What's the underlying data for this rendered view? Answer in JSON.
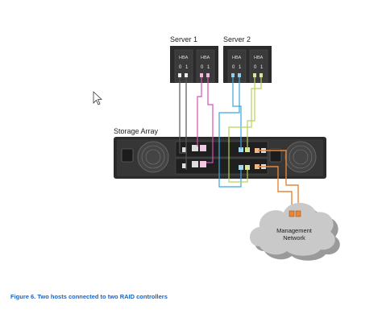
{
  "server1": {
    "label": "Server 1",
    "hbas": [
      "HBA",
      "HBA"
    ],
    "ports": [
      "0",
      "1",
      "0",
      "1"
    ]
  },
  "server2": {
    "label": "Server 2",
    "hbas": [
      "HBA",
      "HBA"
    ],
    "ports": [
      "0",
      "1",
      "0",
      "1"
    ]
  },
  "storage": {
    "label": "Storage Array"
  },
  "network": {
    "line1": "Management",
    "line2": "Network"
  },
  "caption": "Figure 6. Two hosts connected to two RAID controllers",
  "colors": {
    "cable_gray": "#4a4a4a",
    "cable_magenta": "#d64fb4",
    "cable_blue": "#3aa6e0",
    "cable_green": "#b8d35a",
    "cable_orange": "#e8873a",
    "caption": "#1a63c7"
  }
}
